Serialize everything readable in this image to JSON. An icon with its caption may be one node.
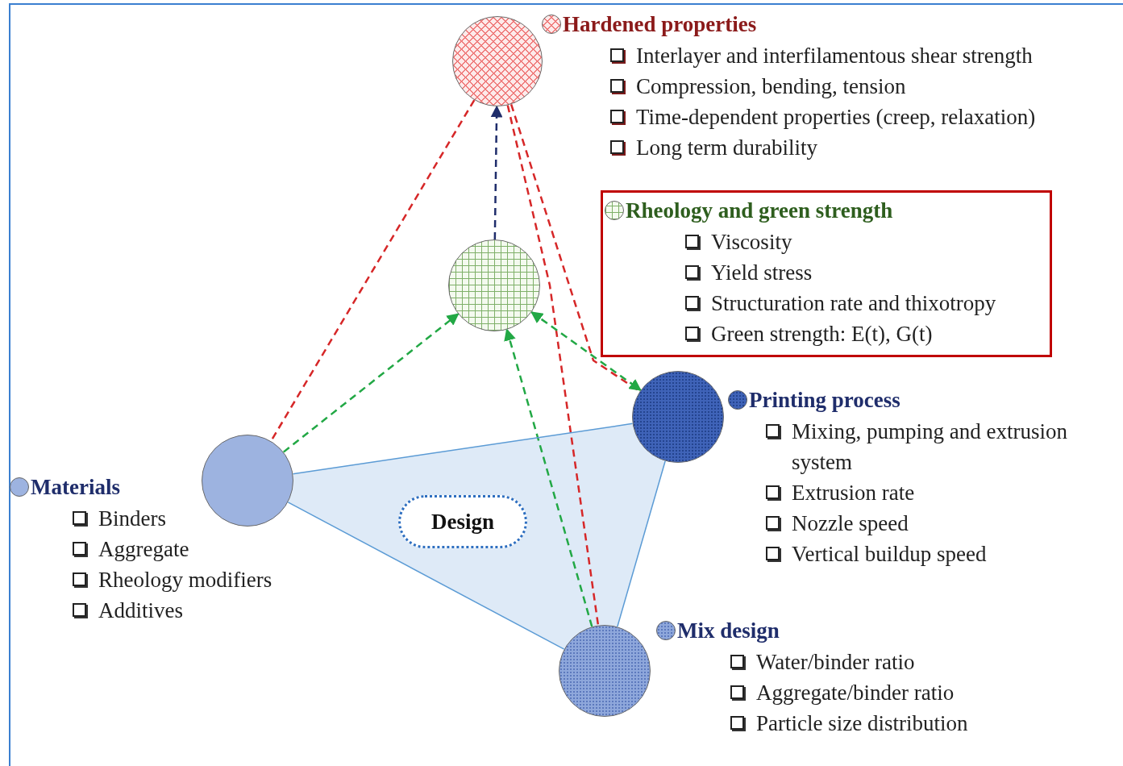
{
  "diagram": {
    "nodes": [
      {
        "text": [],
        "shape": "circle",
        "beside": [
          "Hardened properties",
          "Interlayer and interfilamentous shear strength",
          "Compression, bending, tension",
          "Time-dependent properties (creep, relaxation)",
          "Long term durability"
        ]
      },
      {
        "text": [],
        "shape": "circle"
      },
      {
        "text": [
          "Rheology and green strength",
          "Viscosity",
          "Yield stress",
          "Structuration rate and thixotropy",
          "Green strength: E(t), G(t)"
        ]
      },
      {
        "text": [],
        "shape": "circle",
        "beside": [
          "Materials",
          "Binders",
          "Aggregate",
          "Rheology modifiers",
          "Additives"
        ]
      },
      {
        "text": [],
        "shape": "circle",
        "beside": [
          "Printing process",
          "Mixing, pumping and extrusion system",
          "Extrusion rate",
          "Nozzle speed",
          "Vertical buildup speed"
        ]
      },
      {
        "text": [],
        "shape": "circle",
        "beside": [
          "Mix design",
          "Water/binder ratio",
          "Aggregate/binder ratio",
          "Particle size distribution"
        ]
      },
      {
        "text": [
          "Design"
        ]
      }
    ],
    "edges": [
      {
        "from": 1,
        "to": 0,
        "arrow": "to",
        "style": "dashed",
        "color": "#1f2d6b"
      },
      {
        "from": 0,
        "to": 3,
        "arrow": "none",
        "style": "dashed",
        "color": "#d62728"
      },
      {
        "from": 0,
        "to": 5,
        "arrow": "none",
        "style": "dashed",
        "color": "#d62728"
      },
      {
        "from": 0,
        "to": 4,
        "arrow": "none",
        "style": "dashed",
        "color": "#d62728"
      },
      {
        "from": 3,
        "to": 1,
        "arrow": "to",
        "style": "dashed",
        "color": "#22a845"
      },
      {
        "from": 5,
        "to": 1,
        "arrow": "to",
        "style": "dashed",
        "color": "#22a845"
      },
      {
        "from": 1,
        "to": 4,
        "arrow": "both",
        "style": "dashed",
        "color": "#22a845"
      },
      {
        "from": 3,
        "to": 4,
        "arrow": "none",
        "color": "#5b9bd5"
      },
      {
        "from": 4,
        "to": 5,
        "arrow": "none",
        "color": "#5b9bd5"
      },
      {
        "from": 5,
        "to": 3,
        "arrow": "none",
        "color": "#5b9bd5"
      }
    ]
  }
}
